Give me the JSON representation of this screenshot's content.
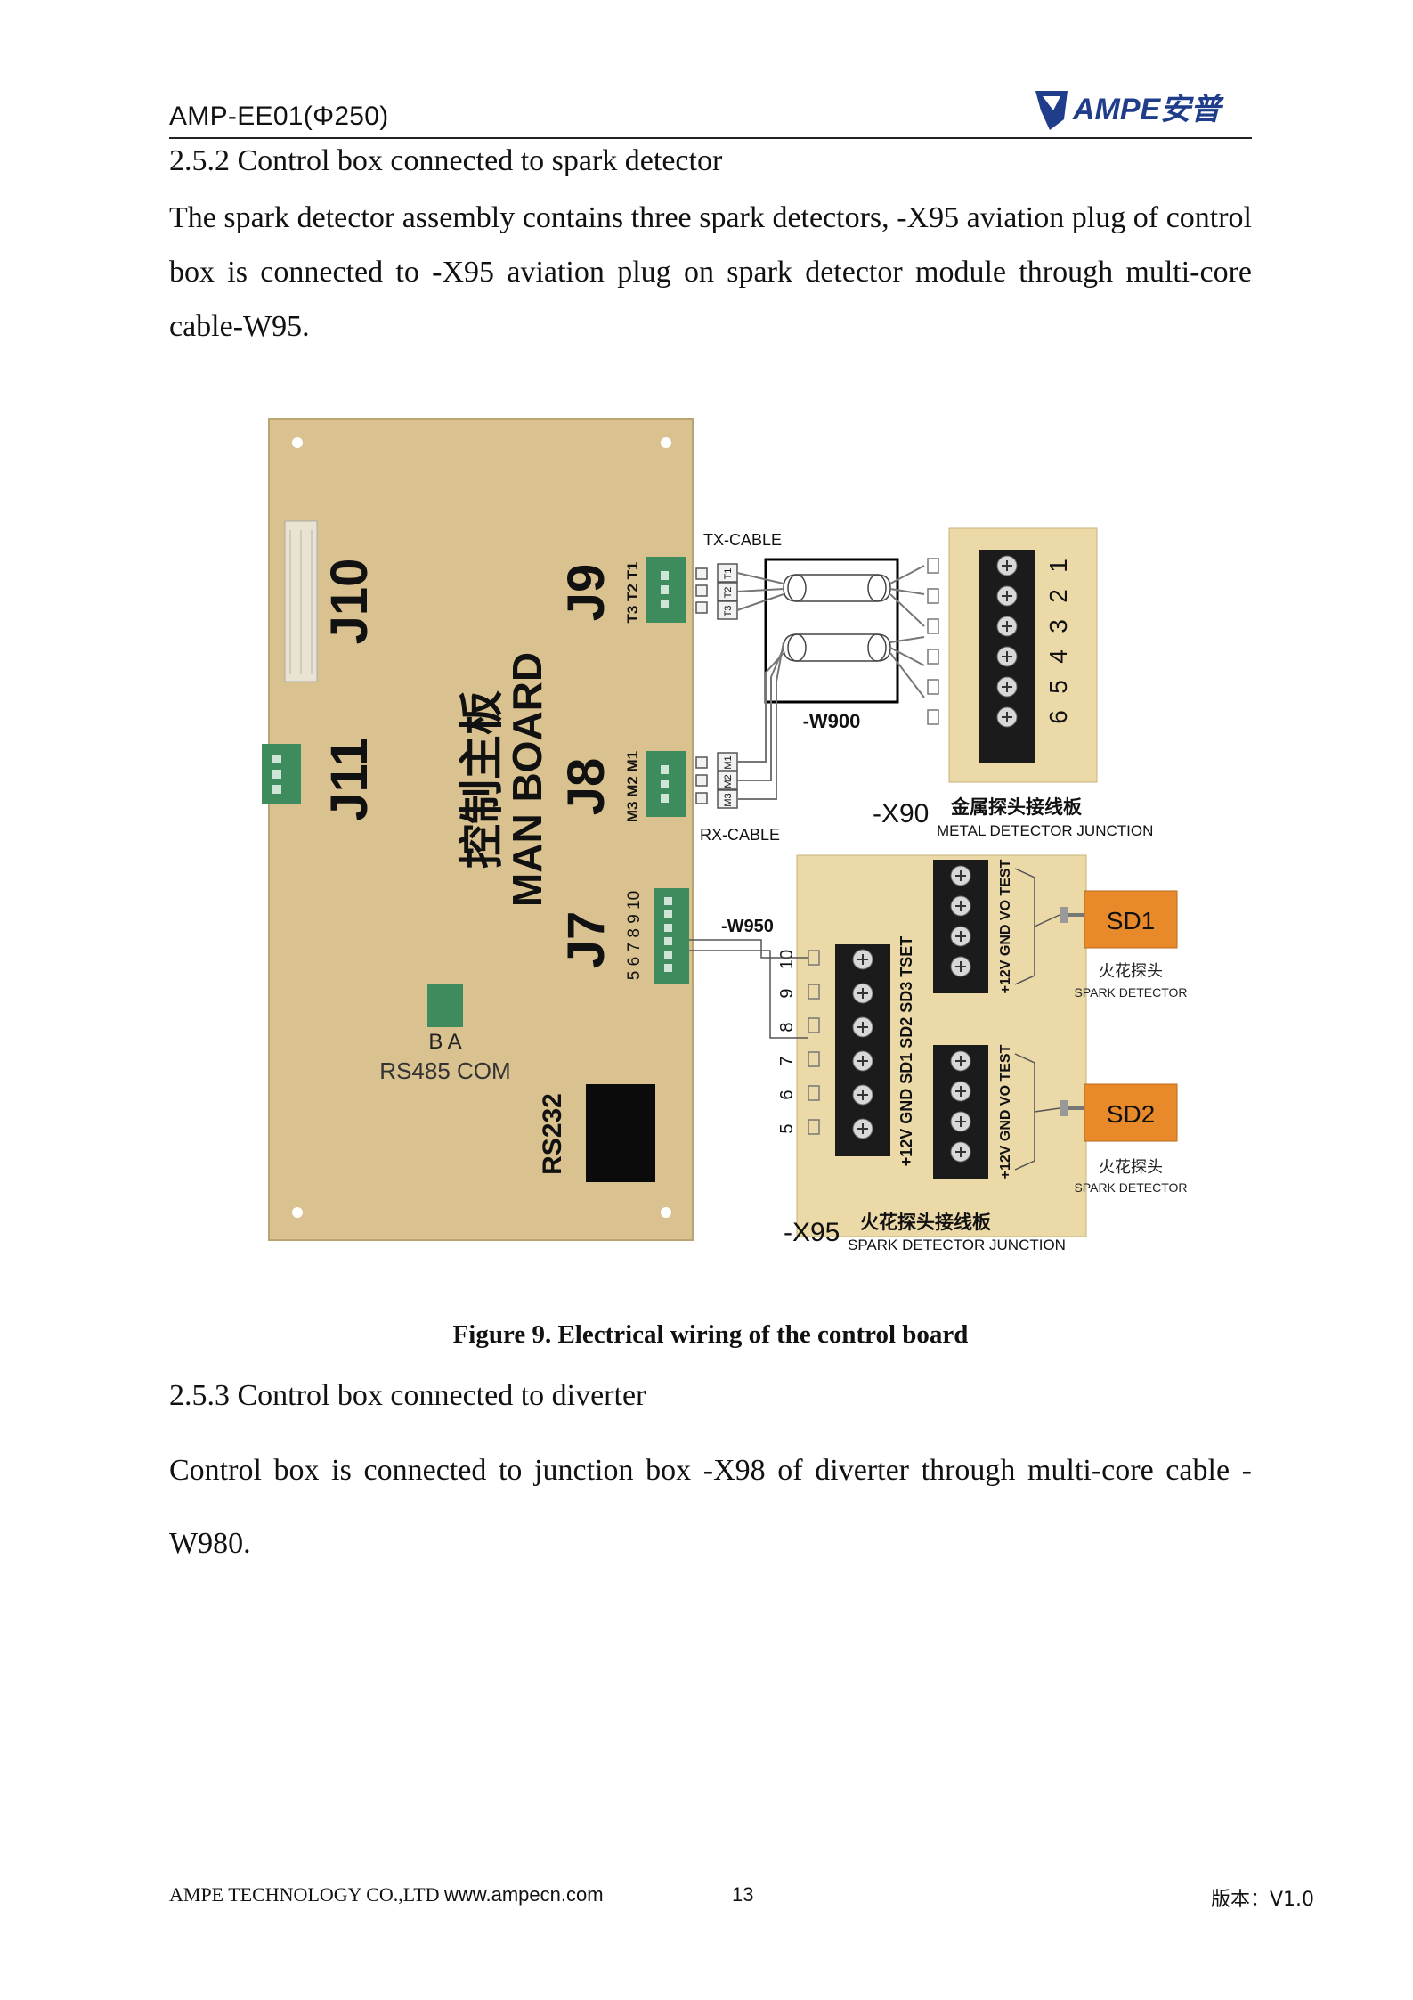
{
  "header": {
    "doc_title": "AMP-EE01(Φ250)",
    "logo_text": "AMPE安普"
  },
  "section_252": {
    "heading": "2.5.2 Control box connected to spark detector",
    "paragraph": "The spark detector assembly contains three spark detectors, -X95 aviation plug of control box is connected to -X95 aviation plug on spark detector module through multi-core cable-W95."
  },
  "figure": {
    "caption": "Figure 9. Electrical wiring of the control board",
    "board": {
      "j10": "J10",
      "j11": "J11",
      "j9": "J9",
      "j8": "J8",
      "j7": "J7",
      "main_cn": "控制主板",
      "main_en": "MAN BOARD",
      "j9_pins": "T3 T2 T1",
      "j8_pins": "M3 M2 M1",
      "j7_pins": "5 6 7 8 9 10",
      "rs485_pins": "B A",
      "rs485_label": "RS485 COM",
      "rs232_label": "RS232"
    },
    "tx_cable": "TX-CABLE",
    "rx_cable": "RX-CABLE",
    "tx_plugs": [
      "T1",
      "T2",
      "T3"
    ],
    "rx_plugs": [
      "M1",
      "M2",
      "M3"
    ],
    "w900": "-W900",
    "w950": "-W950",
    "x90": {
      "tag": "-X90",
      "cn": "金属探头接线板",
      "en": "METAL DETECTOR JUNCTION",
      "terminals": [
        "1",
        "2",
        "3",
        "4",
        "5",
        "6"
      ]
    },
    "x95": {
      "tag": "-X95",
      "cn": "火花探头接线板",
      "en": "SPARK DETECTOR JUNCTION",
      "terminals": [
        "10",
        "9",
        "8",
        "7",
        "6",
        "5"
      ],
      "left_labels": "+12V GND SD1 SD2 SD3 TSET",
      "sd_labels": "+12V GND VO TEST"
    },
    "sd1": {
      "label": "SD1",
      "cn": "火花探头",
      "en": "SPARK DETECTOR"
    },
    "sd2": {
      "label": "SD2",
      "cn": "火花探头",
      "en": "SPARK DETECTOR"
    },
    "colors": {
      "board": "#d9c28f",
      "junction": "#ecd9a8",
      "terminal": "#1b1b1b",
      "sd": "#e8892a"
    }
  },
  "section_253": {
    "heading": "2.5.3 Control box connected to diverter",
    "paragraph": "Control box is connected to junction box -X98 of diverter through multi-core cable -W980."
  },
  "footer": {
    "company": "AMPE TECHNOLOGY CO.,LTD",
    "website": "www.ampecn.com",
    "page_number": "13",
    "version": "版本：V1.0"
  }
}
